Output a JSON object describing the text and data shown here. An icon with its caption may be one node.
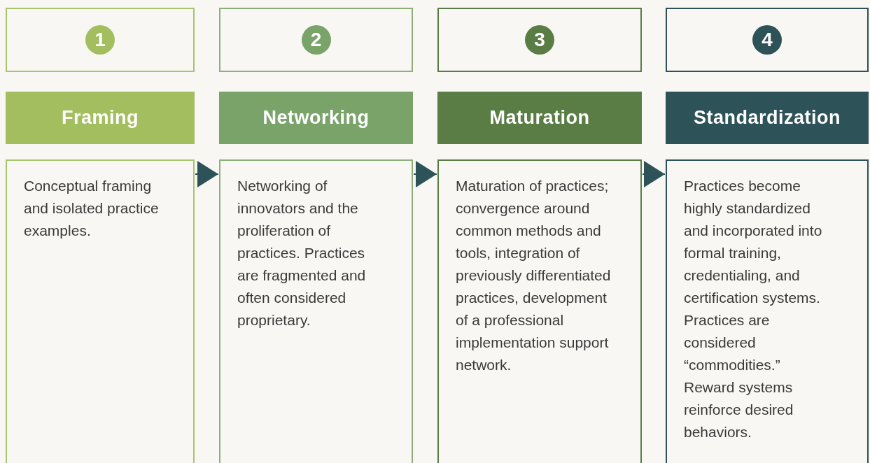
{
  "diagram": {
    "nodes": [
      {
        "text": [
          "1"
        ]
      },
      {
        "text": [
          "Framing"
        ]
      },
      {
        "text": [
          "Conceptual framing and isolated practice examples."
        ]
      },
      {
        "text": [
          "2"
        ]
      },
      {
        "text": [
          "Networking"
        ]
      },
      {
        "text": [
          "Networking of innovators and the proliferation of practices. Practices are fragmented and often considered proprietary."
        ]
      },
      {
        "text": [
          "3"
        ]
      },
      {
        "text": [
          "Maturation"
        ]
      },
      {
        "text": [
          "Maturation of practices; convergence around common methods and tools, integration of previously differentiated practices, development of a professional implementation support network."
        ]
      },
      {
        "text": [
          "4"
        ]
      },
      {
        "text": [
          "Standardization"
        ]
      },
      {
        "text": [
          "Practices become highly standardized and incorporated into formal training, credentialing, and certification systems. Practices are considered “commodities.” Reward systems reinforce desired behaviors."
        ]
      }
    ],
    "edges": [
      {
        "from": 2,
        "to": 5,
        "arrow": "to"
      },
      {
        "from": 5,
        "to": 8,
        "arrow": "to"
      },
      {
        "from": 8,
        "to": 11,
        "arrow": "to"
      }
    ]
  }
}
